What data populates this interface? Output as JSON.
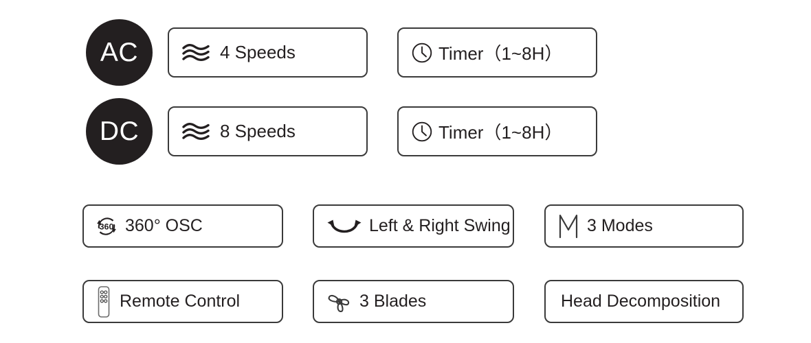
{
  "page": {
    "background_color": "#ffffff",
    "text_color": "#231f20",
    "border_color": "#3a3a3a",
    "badge_fill_color": "#231f20",
    "badge_text_color": "#ffffff"
  },
  "power_rows": [
    {
      "badge": "AC",
      "speed": {
        "label": "4 Speeds",
        "icon": "wave-lines-icon"
      },
      "timer": {
        "label": "Timer（1~8H）",
        "icon": "clock-icon"
      }
    },
    {
      "badge": "DC",
      "speed": {
        "label": "8 Speeds",
        "icon": "wave-lines-icon"
      },
      "timer": {
        "label": "Timer（1~8H）",
        "icon": "clock-icon"
      }
    }
  ],
  "feature_rows": [
    [
      {
        "label": "360° OSC",
        "icon": "rotation-360-icon"
      },
      {
        "label": "Left & Right Swing",
        "icon": "swing-arrow-icon"
      },
      {
        "label": "3 Modes",
        "icon": "letter-m-icon"
      }
    ],
    [
      {
        "label": "Remote Control",
        "icon": "remote-control-icon"
      },
      {
        "label": "3 Blades",
        "icon": "fan-blades-icon"
      },
      {
        "label": "Head Decomposition",
        "icon": "none"
      }
    ]
  ]
}
